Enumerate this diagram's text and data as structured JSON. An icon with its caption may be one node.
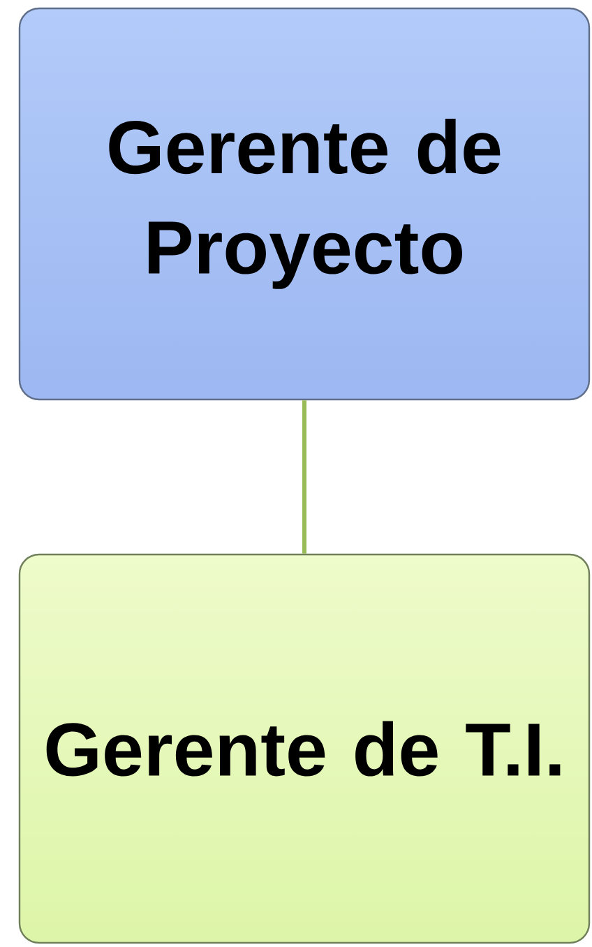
{
  "diagram": {
    "nodes": [
      {
        "text": [
          "Gerente de Proyecto"
        ]
      },
      {
        "text": [
          "Gerente de T.I."
        ]
      }
    ],
    "edges": [
      {
        "from": 0,
        "to": 1,
        "arrow": "none"
      }
    ]
  }
}
